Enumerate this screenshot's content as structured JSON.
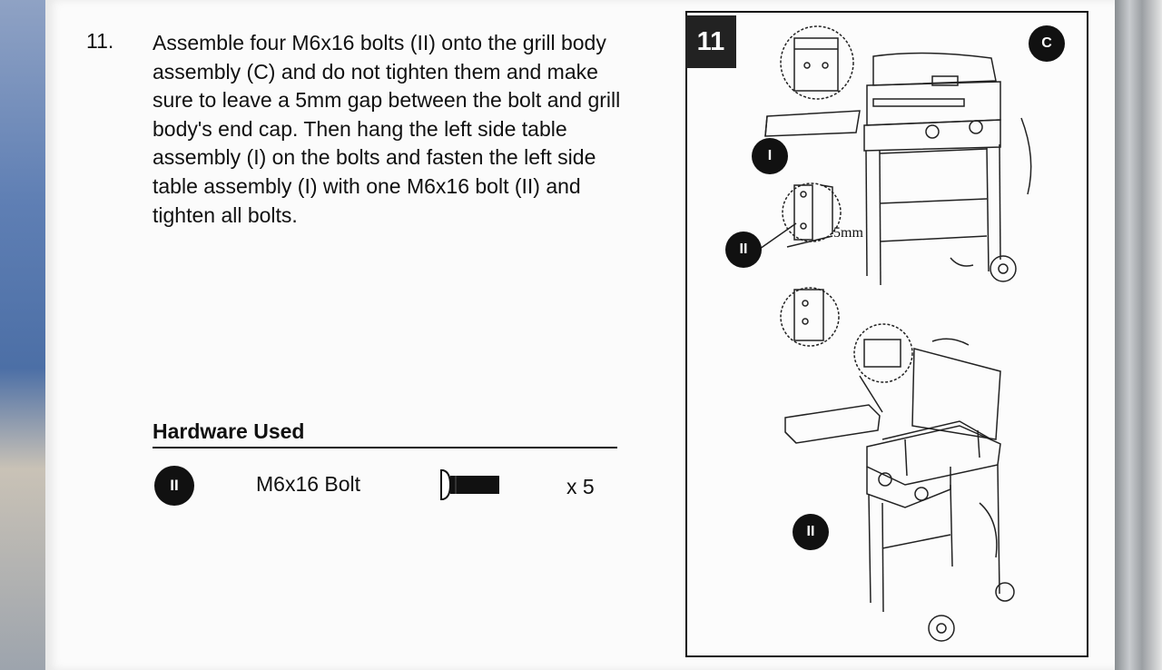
{
  "step": {
    "number": "11.",
    "text": "Assemble four M6x16 bolts (II) onto the grill body assembly (C) and do not tighten them and make sure to leave a 5mm gap between the bolt and grill body's end cap. Then hang the left side table assembly (I) on the bolts and fasten the left side table assembly (I) with one M6x16 bolt (II) and tighten all bolts."
  },
  "hardware": {
    "title": "Hardware Used",
    "items": [
      {
        "badge": "II",
        "name": "M6x16 Bolt",
        "qty": "x 5",
        "icon": "bolt-icon"
      }
    ]
  },
  "figure": {
    "number": "11",
    "labels": {
      "c": "C",
      "i": "I",
      "ii_top": "II",
      "ii_bottom": "II"
    },
    "gap_label": "5mm"
  }
}
